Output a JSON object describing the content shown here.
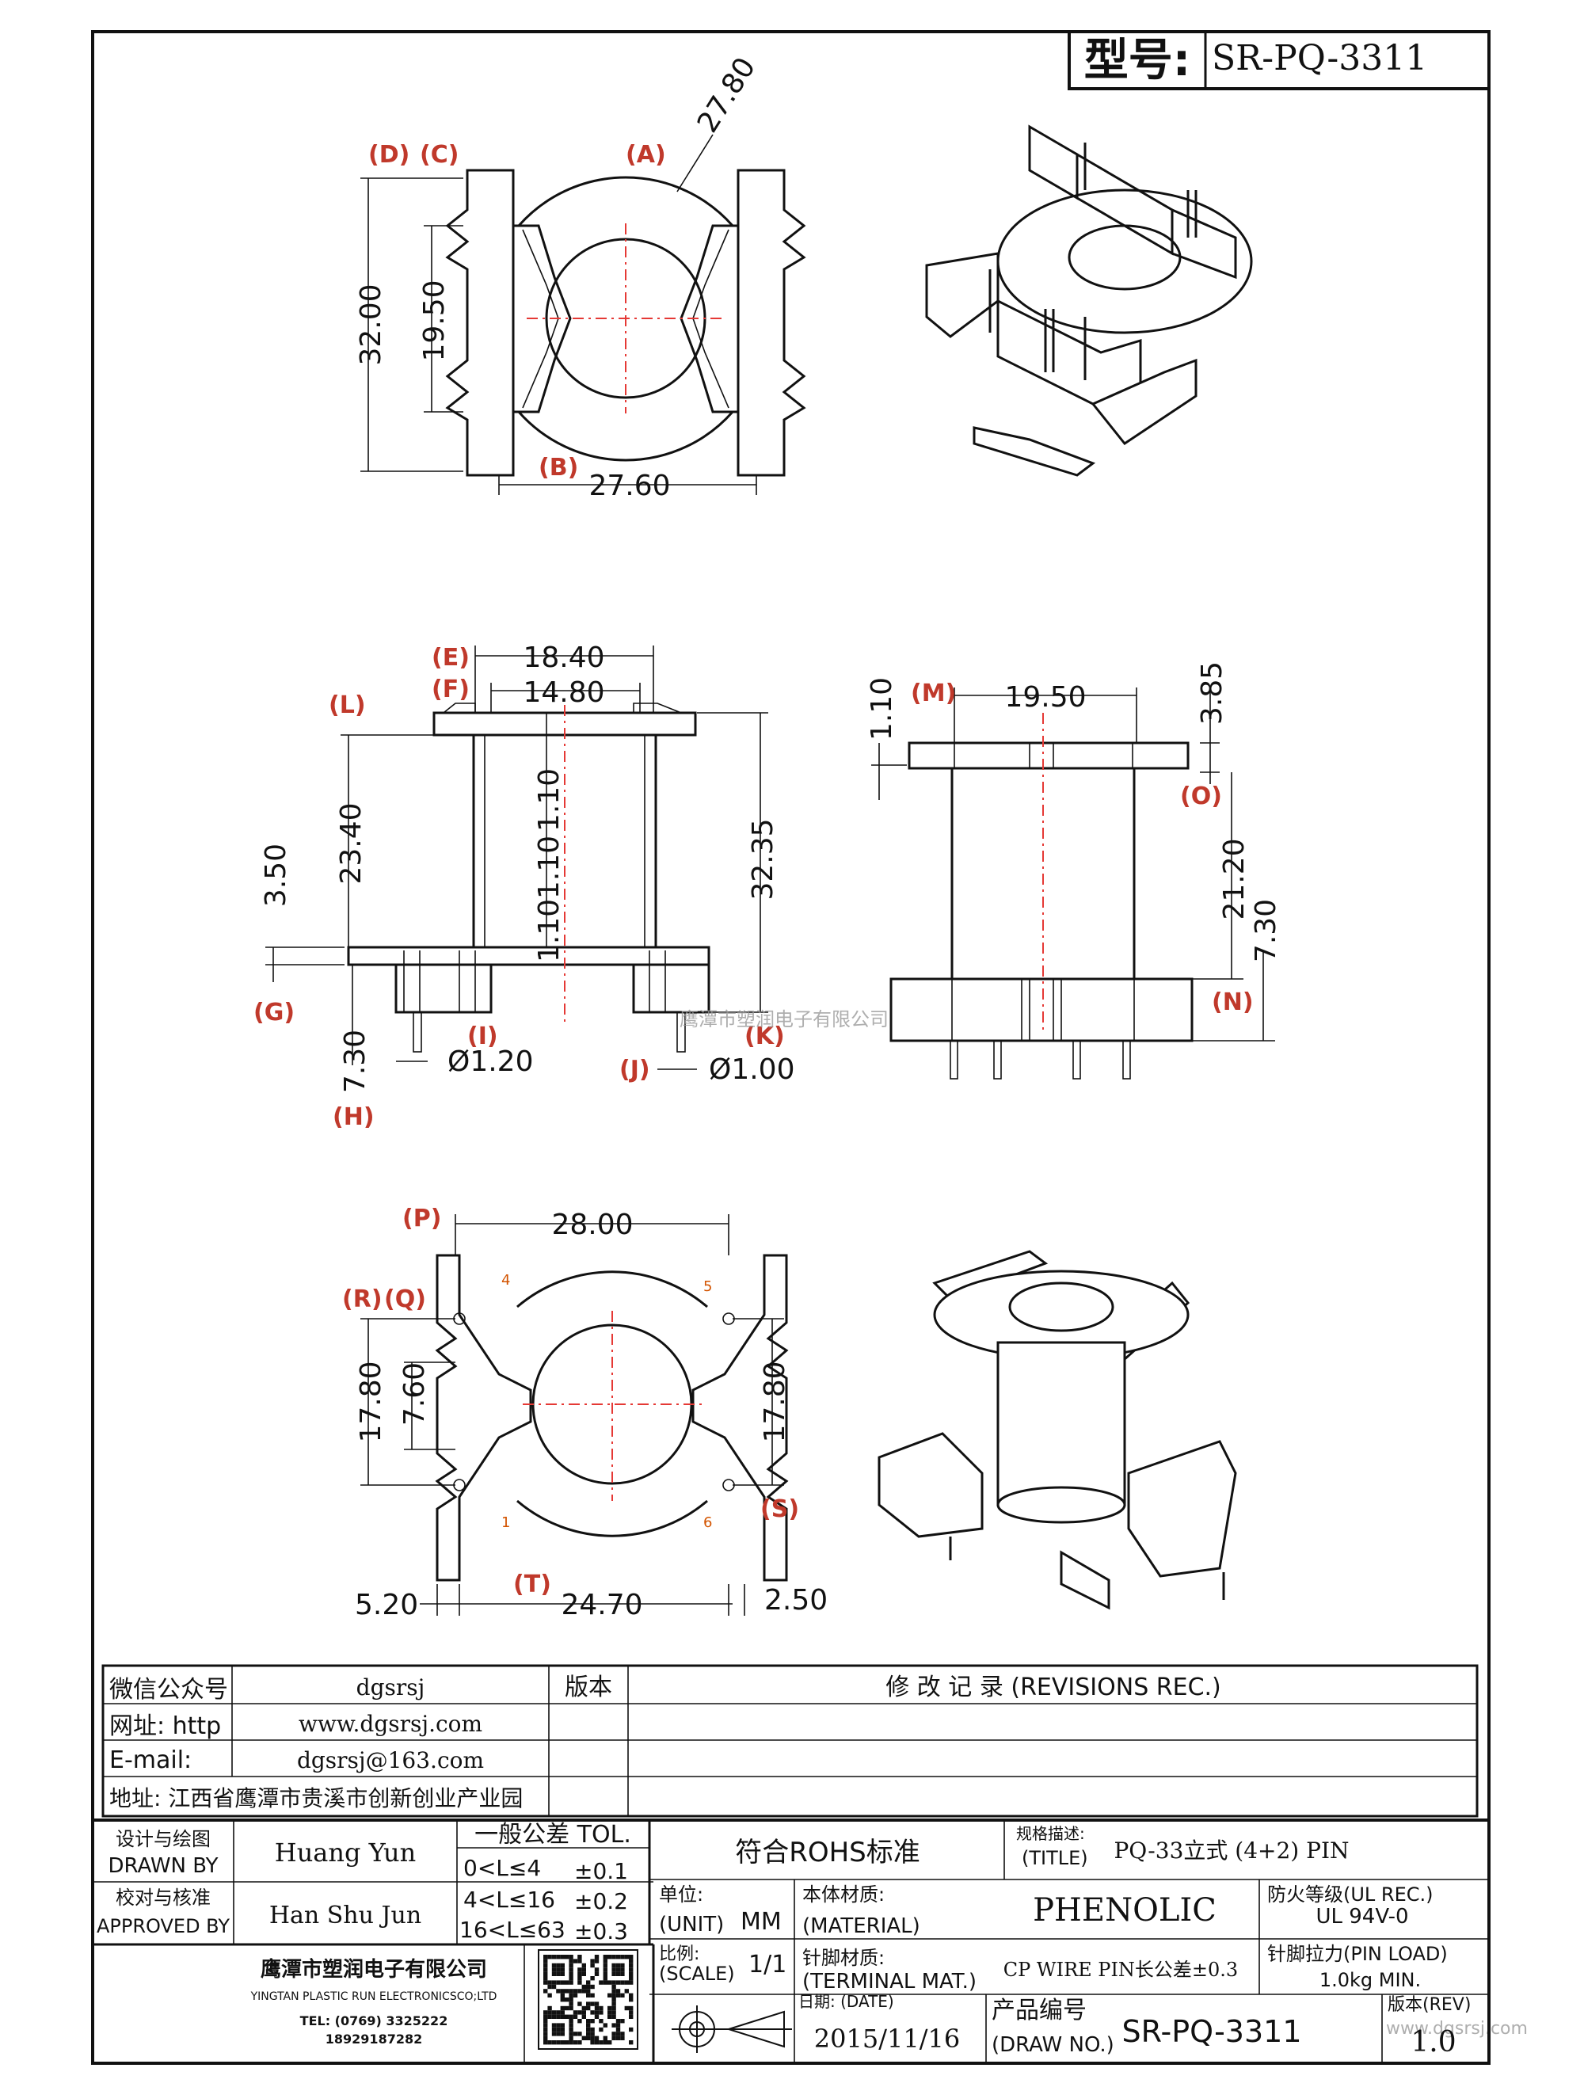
{
  "header": {
    "model_label": "型号:",
    "model_value": "SR-PQ-3311"
  },
  "dimensions": {
    "top_view": {
      "d_a": "27.80",
      "d_32": "32.00",
      "d_1950": "19.50",
      "d_2760": "27.60"
    },
    "front_view": {
      "d_1840": "18.40",
      "d_1480": "14.80",
      "d_2340": "23.40",
      "d_350": "3.50",
      "d_110a": "1.10",
      "d_110b": "1.10",
      "d_110c": "1.10",
      "d_3235": "32.35",
      "d_730": "7.30",
      "d_pin_i": "Ø1.20",
      "d_pin_j": "Ø1.00"
    },
    "side_view": {
      "d_110": "1.10",
      "d_1950": "19.50",
      "d_385": "3.85",
      "d_2120": "21.20",
      "d_730": "7.30"
    },
    "bottom_view": {
      "d_2800": "28.00",
      "d_1780a": "17.80",
      "d_760": "7.60",
      "d_1780b": "17.80",
      "d_520": "5.20",
      "d_2470": "24.70",
      "d_250": "2.50"
    }
  },
  "labels": {
    "A": "A",
    "B": "B",
    "C": "C",
    "D": "D",
    "E": "E",
    "F": "F",
    "G": "G",
    "H": "H",
    "I": "I",
    "J": "J",
    "K": "K",
    "L": "L",
    "M": "M",
    "N": "N",
    "O": "O",
    "P": "P",
    "Q": "Q",
    "R": "R",
    "S": "S",
    "T": "T"
  },
  "pin_numbers": {
    "p1": "1",
    "p4": "4",
    "p5": "5",
    "p6": "6"
  },
  "watermarks": {
    "center": "鹰潭市塑润电子有限公司",
    "corner": "www.dgsrsj.com"
  },
  "info_table": {
    "wechat_label": "微信公众号",
    "wechat_value": "dgsrsj",
    "website_label": "网址: http",
    "website_value": "www.dgsrsj.com",
    "email_label": "E-mail:",
    "email_value": "dgsrsj@163.com",
    "address": "地址: 江西省鹰潭市贵溪市创新创业产业园",
    "version_header": "版本",
    "revisions_header": "修 改 记 录 (REVISIONS REC.)"
  },
  "title_block": {
    "drawn_cn": "设计与绘图",
    "drawn_en": "DRAWN BY",
    "drawn_name": "Huang  Yun",
    "approved_cn": "校对与核准",
    "approved_en": "APPROVED BY",
    "approved_name": "Han Shu Jun",
    "tol_title": "一般公差  TOL.",
    "tol_rows": [
      {
        "range": "0<L≤4",
        "val": "±0.1"
      },
      {
        "range": "4<L≤16",
        "val": "±0.2"
      },
      {
        "range": "16<L≤63",
        "val": "±0.3"
      }
    ],
    "rohs": "符合ROHS标准",
    "title_cn": "规格描述:",
    "title_en": "(TITLE)",
    "title_value": "PQ-33立式 (4+2) PIN",
    "unit_cn": "单位:",
    "unit_en": "(UNIT)",
    "unit_value": "MM",
    "material_cn": "本体材质:",
    "material_en": "(MATERIAL)",
    "material_value": "PHENOLIC",
    "ul_cn": "防火等级(UL REC.)",
    "ul_value": "UL 94V-0",
    "company_cn": "鹰潭市塑润电子有限公司",
    "company_en": "YINGTAN PLASTIC RUN ELECTRONICSCO;LTD",
    "company_tel": "TEL: (0769) 3325222",
    "company_phone": "18929187282",
    "scale_cn": "比例:",
    "scale_en": "(SCALE)",
    "scale_value": "1/1",
    "terminal_cn": "针脚材质:",
    "terminal_en": "(TERMINAL MAT.)",
    "terminal_value": "CP WIRE  PIN长公差±0.3",
    "pinload_cn": "针脚拉力(PIN LOAD)",
    "pinload_value": "1.0kg MIN.",
    "date_label": "日期: (DATE)",
    "date_value": "2015/11/16",
    "drawno_cn": "产品编号",
    "drawno_en": "(DRAW NO.)",
    "drawno_value": "SR-PQ-3311",
    "rev_label": "版本(REV)",
    "rev_value": "1.0"
  }
}
